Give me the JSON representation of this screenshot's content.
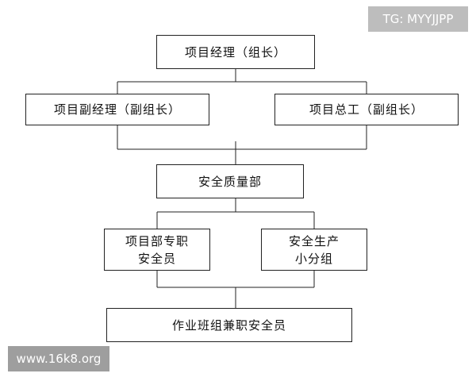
{
  "diagram": {
    "boxes": {
      "project_manager": "项目经理（组长）",
      "deputy_manager": "项目副经理（副组长）",
      "chief_engineer": "项目总工（副组长）",
      "safety_quality_dept": "安全质量部",
      "fulltime_safety_officer": "项目部专职\n安全员",
      "safety_production_group": "安全生产\n小分组",
      "team_parttime_safety_officer": "作业班组兼职安全员"
    }
  },
  "watermarks": {
    "top_right": "TG: MYYJJPP",
    "bottom_left": "www.16k8.org"
  }
}
